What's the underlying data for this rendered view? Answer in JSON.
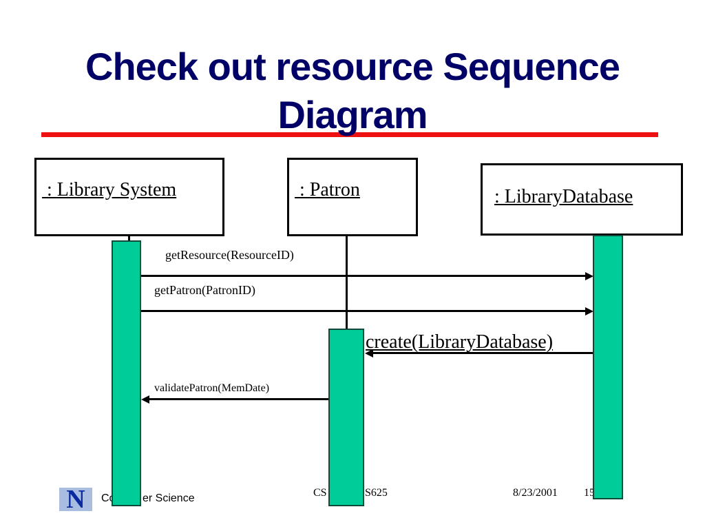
{
  "slide": {
    "title_line1": "Check out resource Sequence",
    "title_line2": "Diagram"
  },
  "objects": [
    {
      "id": "library-system",
      "label": " : Library System"
    },
    {
      "id": "patron",
      "label": " : Patron"
    },
    {
      "id": "library-database",
      "label": ": LibraryDatabase"
    }
  ],
  "messages": [
    {
      "label": "getResource(ResourceID)",
      "from": "library-system",
      "to": "library-database"
    },
    {
      "label": "getPatron(PatronID)",
      "from": "library-system",
      "to": "library-database"
    },
    {
      "label": "create(LibraryDatabase)",
      "from": "library-database",
      "to": "patron"
    },
    {
      "label": "validatePatron(MemDate)",
      "from": "patron",
      "to": "library-system"
    }
  ],
  "footer": {
    "logo": "N",
    "dept_visible_left": "Co",
    "dept_visible_right": "er Science",
    "course_visible_left": "CS",
    "course_visible_right": "S625",
    "date": "8/23/2001",
    "page_visible": "15"
  },
  "colors": {
    "title": "#000066",
    "rule": "#ee1111",
    "activation": "#00cc99"
  }
}
